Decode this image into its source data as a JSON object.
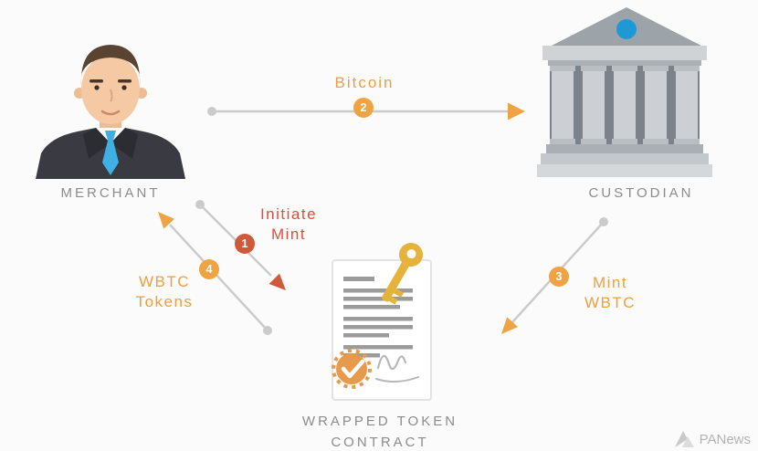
{
  "canvas": {
    "background": "#fbfbfb"
  },
  "nodes": {
    "merchant": {
      "label": "MERCHANT"
    },
    "custodian": {
      "label": "CUSTODIAN"
    },
    "contract": {
      "label": "WRAPPED TOKEN CONTRACT"
    }
  },
  "flows": {
    "initiate_mint": {
      "step": "1",
      "label": "Initiate Mint",
      "color": "#de4f3a"
    },
    "bitcoin": {
      "step": "2",
      "label": "Bitcoin",
      "color": "#ef9f3e"
    },
    "mint_wbtc": {
      "step": "3",
      "label": "Mint WBTC",
      "color": "#ef9f3e"
    },
    "wbtc_tokens": {
      "step": "4",
      "label": "WBTC Tokens",
      "color": "#ef9f3e"
    }
  },
  "colors": {
    "connector_gray": "#cbcbcb",
    "node_label_gray": "#8c8c8c",
    "step1_red": "#d0593a",
    "orange": "#efa343",
    "bank_blue": "#1f99d5",
    "key_gold": "#e5b33c",
    "seal_orange": "#e79a4c",
    "tie_blue": "#3fb0e4"
  },
  "watermark": {
    "text": "PANews"
  }
}
